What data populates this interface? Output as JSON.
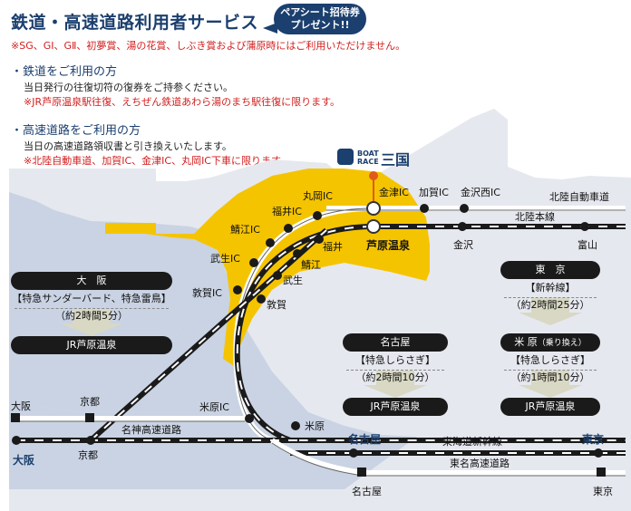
{
  "header": {
    "title": "鉄道・高速道路利用者サービス",
    "badge_line1": "ペアシート招待券",
    "badge_line2": "プレゼント!!",
    "notice": "※SG、GⅠ、GⅡ、初夢賞、湯の花賞、しぶき賞および蒲原時にはご利用いただけません。"
  },
  "railway": {
    "heading": "・鉄道をご利用の方",
    "body": "当日発行の往復切符の復券をご持参ください。",
    "note": "※JR芦原温泉駅往復、えちぜん鉄道あわら湯のまち駅往復に限ります。"
  },
  "highway": {
    "heading": "・高速道路をご利用の方",
    "body": "当日の高速道路領収書と引き換えいたします。",
    "note": "※北陸自動車道、加賀IC、金津IC、丸岡IC下車に限ります。"
  },
  "logo": {
    "line1": "BOAT",
    "line2": "RACE",
    "name": "三国"
  },
  "map": {
    "colors": {
      "sea": "#c9d3e3",
      "land": "#e6e8ef",
      "highlight": "#f5c400",
      "rail": "#1a1a1a",
      "road": "#ffffff",
      "pin": "#e05a1a"
    },
    "labels": {
      "kanazu_ic": "金津IC",
      "kaga_ic": "加賀IC",
      "kanazawa_nishi_ic": "金沢西IC",
      "hokuriku_expressway": "北陸自動車道",
      "hokuriku_line": "北陸本線",
      "awara_onsen": "芦原温泉",
      "kanazawa": "金沢",
      "toyama": "富山",
      "maruoka_ic": "丸岡IC",
      "fukui_ic": "福井IC",
      "sabae_ic": "鯖江IC",
      "takefu_ic": "武生IC",
      "tsuruga_ic": "敦賀IC",
      "fukui": "福井",
      "sabae": "鯖江",
      "takefu": "武生",
      "tsuruga": "敦賀",
      "maibara_ic": "米原IC",
      "maibara": "米原",
      "meishin_expressway": "名神高速道路",
      "osaka_top": "大阪",
      "kyoto_top": "京都",
      "osaka_bottom": "大阪",
      "kyoto_bottom": "京都",
      "nagoya": "名古屋",
      "tokyo": "東京",
      "tokaido_shinkansen": "東海道新幹線",
      "tomei_expressway": "東名高速道路",
      "nagoya_bottom": "名古屋",
      "tokyo_bottom": "東京"
    }
  },
  "routes": {
    "osaka": {
      "origin": "大　阪",
      "train": "【特急サンダーバード、特急雷鳥】",
      "time": "（約2時間5分）",
      "dest": "JR芦原温泉"
    },
    "nagoya": {
      "origin": "名古屋",
      "train": "【特急しらさぎ】",
      "time": "（約2時間10分）",
      "dest": "JR芦原温泉"
    },
    "tokyo": {
      "origin": "東　京",
      "train": "【新幹線】",
      "time": "（約2時間25分）"
    },
    "maibara": {
      "origin": "米 原",
      "origin_note": "（乗り換え）",
      "train": "【特急しらさぎ】",
      "time": "（約1時間10分）",
      "dest": "JR芦原温泉"
    }
  }
}
